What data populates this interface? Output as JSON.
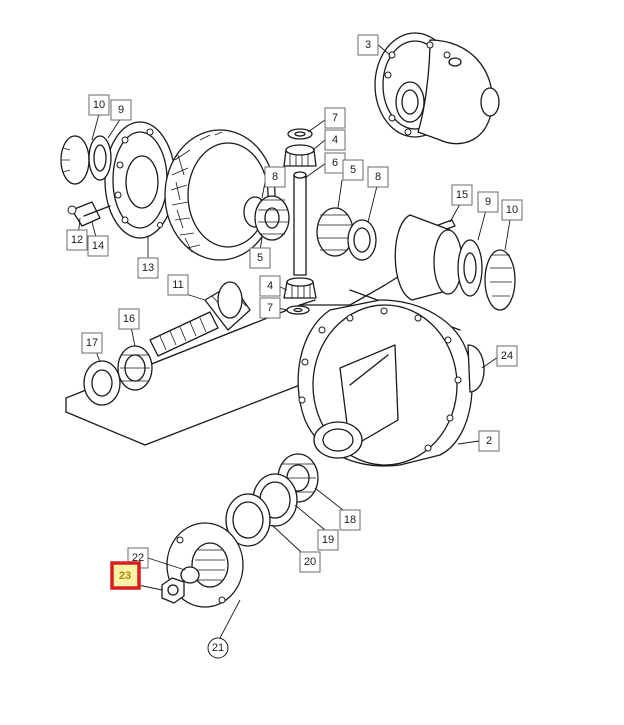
{
  "diagram": {
    "colors": {
      "line": "#1a1a1a",
      "label_border": "#6b6b6b",
      "highlight_border": "#d81f1f",
      "highlight_fill": "#f8f3a8"
    },
    "highlighted_label": "23",
    "labels": [
      {
        "id": "lbl-3",
        "text": "3"
      },
      {
        "id": "lbl-10a",
        "text": "10"
      },
      {
        "id": "lbl-9a",
        "text": "9"
      },
      {
        "id": "lbl-7a",
        "text": "7"
      },
      {
        "id": "lbl-4a",
        "text": "4"
      },
      {
        "id": "lbl-6",
        "text": "6"
      },
      {
        "id": "lbl-5a",
        "text": "5"
      },
      {
        "id": "lbl-8a",
        "text": "8"
      },
      {
        "id": "lbl-8b",
        "text": "8"
      },
      {
        "id": "lbl-12",
        "text": "12"
      },
      {
        "id": "lbl-14",
        "text": "14"
      },
      {
        "id": "lbl-13",
        "text": "13"
      },
      {
        "id": "lbl-5b",
        "text": "5"
      },
      {
        "id": "lbl-15",
        "text": "15"
      },
      {
        "id": "lbl-9b",
        "text": "9"
      },
      {
        "id": "lbl-10b",
        "text": "10"
      },
      {
        "id": "lbl-11",
        "text": "11"
      },
      {
        "id": "lbl-4b",
        "text": "4"
      },
      {
        "id": "lbl-7b",
        "text": "7"
      },
      {
        "id": "lbl-17",
        "text": "17"
      },
      {
        "id": "lbl-16",
        "text": "16"
      },
      {
        "id": "lbl-24",
        "text": "24"
      },
      {
        "id": "lbl-2",
        "text": "2"
      },
      {
        "id": "lbl-18",
        "text": "18"
      },
      {
        "id": "lbl-19",
        "text": "19"
      },
      {
        "id": "lbl-20",
        "text": "20"
      },
      {
        "id": "lbl-22",
        "text": "22"
      },
      {
        "id": "lbl-23",
        "text": "23"
      },
      {
        "id": "lbl-21",
        "text": "21"
      }
    ]
  }
}
